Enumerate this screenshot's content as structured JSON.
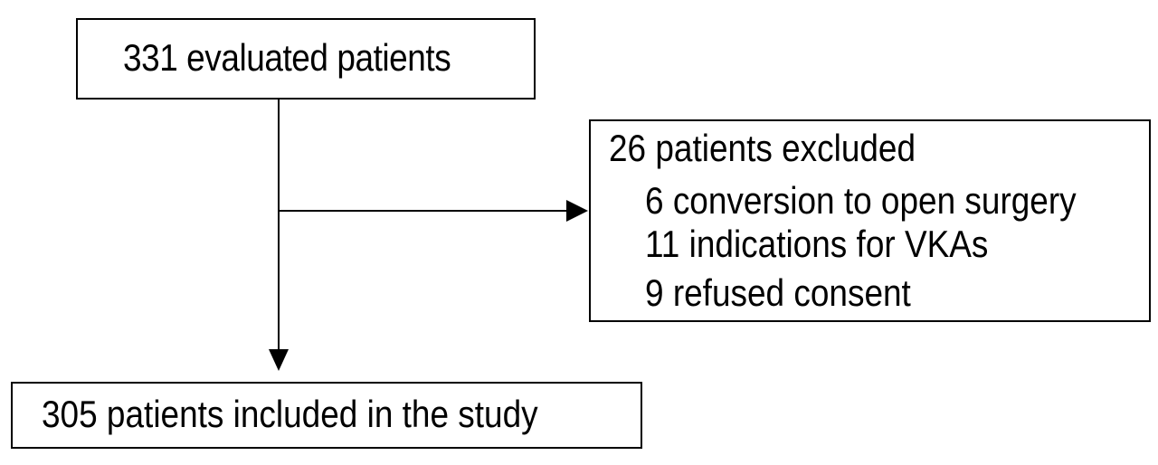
{
  "flowchart": {
    "evaluated": "331 evaluated patients",
    "excluded": {
      "title": "26 patients excluded",
      "reasons": [
        "6 conversion to open surgery",
        "11 indications for VKAs",
        "9 refused consent"
      ]
    },
    "included": "305 patients included in the study"
  }
}
